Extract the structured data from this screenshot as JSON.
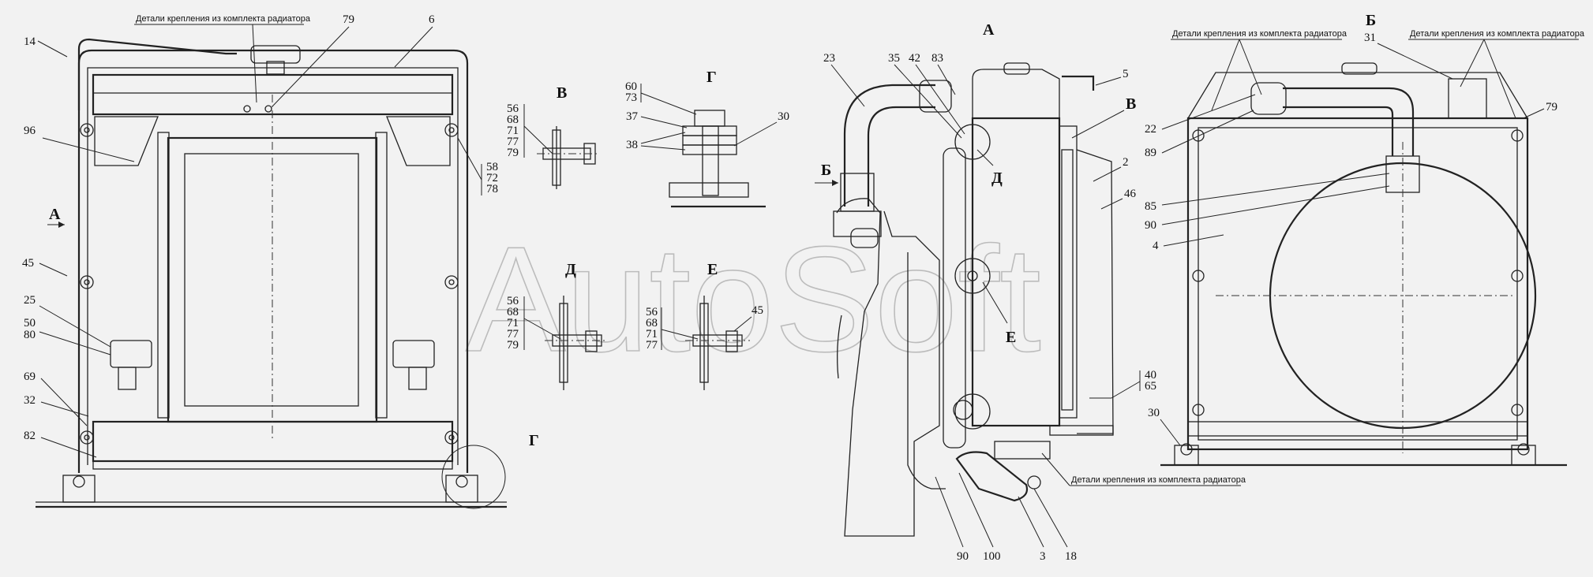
{
  "watermark": "AutoSoft",
  "views": {
    "A": "А",
    "B": "Б",
    "V": "В",
    "G": "Г",
    "D": "Д",
    "E": "Е"
  },
  "notes": {
    "kit_parts": "Детали крепления из комплекта радиатора"
  },
  "callouts_front": {
    "c14": "14",
    "c79": "79",
    "c6": "6",
    "c96": "96",
    "c58": "58",
    "c72": "72",
    "c78": "78",
    "c45": "45",
    "c25": "25",
    "c50": "50",
    "c80": "80",
    "c69": "69",
    "c32": "32",
    "c82": "82"
  },
  "callouts_details": {
    "v56": "56",
    "v68": "68",
    "v71": "71",
    "v77": "77",
    "v79": "79",
    "g60": "60",
    "g73": "73",
    "g37": "37",
    "g38": "38",
    "g30": "30",
    "d56": "56",
    "d68": "68",
    "d71": "71",
    "d77": "77",
    "d79": "79",
    "e56": "56",
    "e68": "68",
    "e71": "71",
    "e77": "77",
    "e45": "45"
  },
  "callouts_side": {
    "c23": "23",
    "c35": "35",
    "c42": "42",
    "c83": "83",
    "c5": "5",
    "c2": "2",
    "c46": "46",
    "c40": "40",
    "c65": "65",
    "c90": "90",
    "c100": "100",
    "c3": "3",
    "c18": "18"
  },
  "callouts_rear": {
    "c31": "31",
    "c79": "79",
    "c22": "22",
    "c89": "89",
    "c85": "85",
    "c90": "90",
    "c4": "4",
    "c30": "30"
  }
}
